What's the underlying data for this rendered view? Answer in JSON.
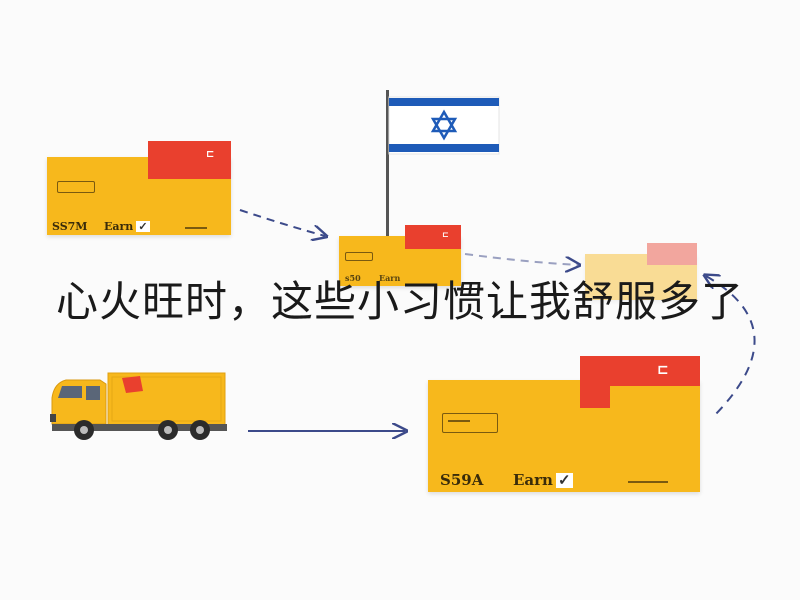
{
  "headline": "心火旺时，这些小习惯让我舒服多了",
  "cards": {
    "left": {
      "code": "SS7M",
      "label": "Earn"
    },
    "center": {
      "code": "s50",
      "label": "Earn"
    },
    "big": {
      "code": "S59A",
      "label": "Earn"
    }
  },
  "colors": {
    "card": "#f7b81c",
    "corner": "#e9402e",
    "flag_blue": "#1e5bb8",
    "arrow": "#3c4a8a"
  },
  "icons": [
    "israel-flag-icon",
    "truck-icon",
    "dashed-arrow-icon",
    "checkmark-icon"
  ]
}
